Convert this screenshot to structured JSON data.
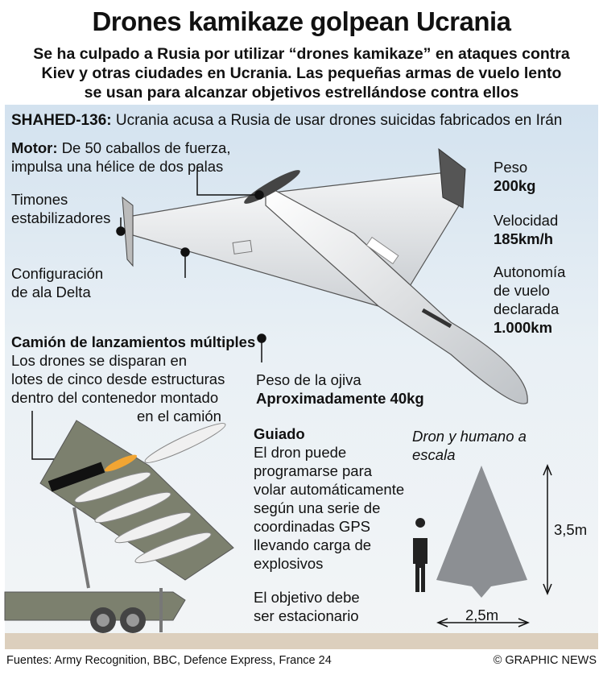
{
  "title": "Drones kamikaze golpean Ucrania",
  "subtitle": [
    "Se ha culpado a Rusia por utilizar “drones kamikaze” en ataques contra",
    "Kiev y otras ciudades en Ucrania. Las pequeñas armas de vuelo lento",
    "se usan para alcanzar objetivos estrellándose contra ellos"
  ],
  "header": {
    "model": "SHAHED-136:",
    "desc": "Ucrania acusa a Rusia de usar drones suicidas fabricados en Irán"
  },
  "motor": {
    "label": "Motor:",
    "line1": "De 50 caballos de fuerza,",
    "line2": "impulsa una hélice de dos palas"
  },
  "timones": [
    "Timones",
    "estabilizadores"
  ],
  "config": [
    "Configuración",
    "de ala Delta"
  ],
  "specs": {
    "peso_label": "Peso",
    "peso": "200kg",
    "vel_label": "Velocidad",
    "vel": "185km/h",
    "aut_label": [
      "Autonomía",
      "de vuelo",
      "declarada"
    ],
    "aut": "1.000km"
  },
  "warhead": {
    "label": "Peso de la ojiva",
    "value": "Aproximadamente 40kg"
  },
  "truck": {
    "title": "Camión de lanzamientos múltiples",
    "lines": [
      "Los drones se disparan en",
      "lotes de cinco desde estructuras",
      "dentro del contenedor montado",
      "en el camión"
    ]
  },
  "guidance": {
    "title": "Guiado",
    "lines": [
      "El dron puede",
      "programarse para",
      "volar automáticamente",
      "según una serie de",
      "coordinadas GPS",
      "llevando carga de",
      "explosivos"
    ],
    "lines2": [
      "El objetivo debe",
      "ser estacionario"
    ]
  },
  "scale": {
    "title": [
      "Dron y humano a",
      "escala"
    ],
    "height": "3,5m",
    "width": "2,5m"
  },
  "footer": {
    "sources": "Fuentes: Army Recognition, BBC, Defence Express, France 24",
    "credit": "© GRAPHIC NEWS"
  }
}
